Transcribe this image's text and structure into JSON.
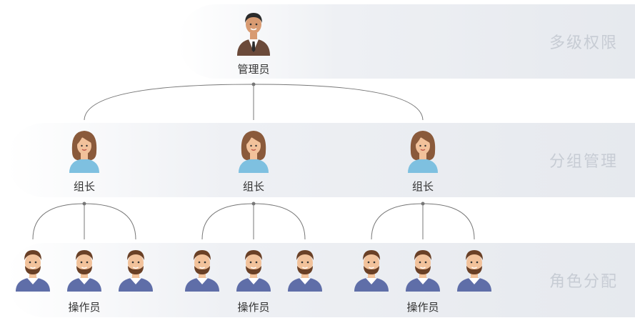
{
  "levels": {
    "top": {
      "band_label": "多级权限",
      "caption": "管理员",
      "icon": "businessman-avatar-icon"
    },
    "middle": {
      "band_label": "分组管理",
      "caption": "组长",
      "icon": "female-avatar-icon",
      "count": 3
    },
    "bottom": {
      "band_label": "角色分配",
      "caption": "操作员",
      "icon": "bearded-man-avatar-icon",
      "groups": 3,
      "per_group": 3
    }
  },
  "colors": {
    "line": "#777777",
    "band": "#e8ebef",
    "band_label": "#c7ccd4",
    "suit": "#6b4a3a",
    "female_shirt": "#7ec0e0",
    "male_shirt": "#5f6ea8",
    "skin": "#f2c29b",
    "hair": "#8a5a3b"
  }
}
